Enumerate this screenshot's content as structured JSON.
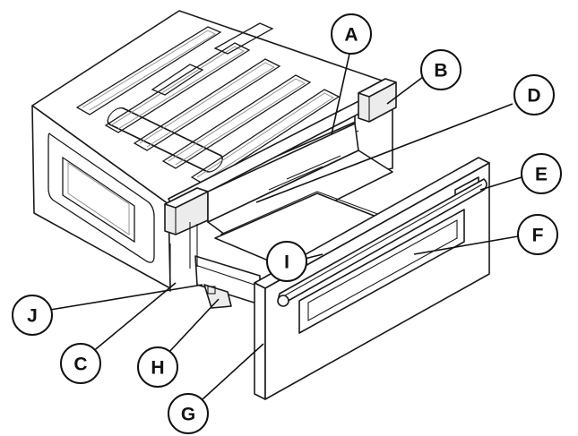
{
  "callouts": {
    "a": "A",
    "b": "B",
    "c": "C",
    "d": "D",
    "e": "E",
    "f": "F",
    "g": "G",
    "h": "H",
    "i": "I",
    "j": "J"
  }
}
